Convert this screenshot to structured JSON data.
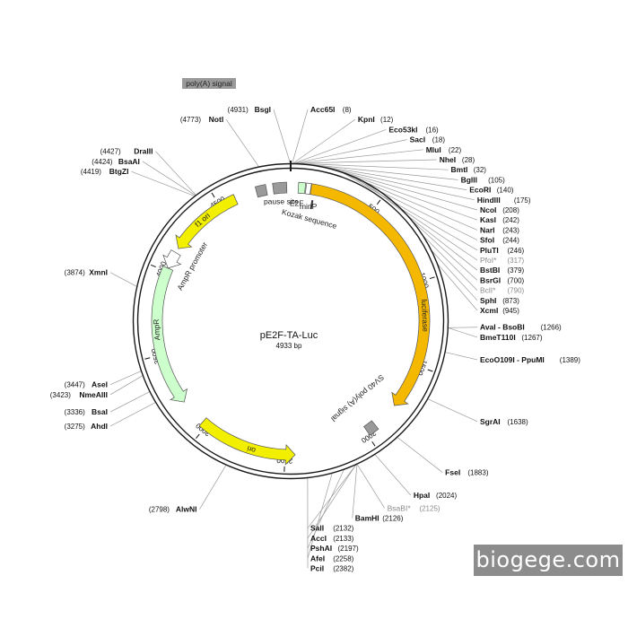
{
  "plasmid": {
    "name": "pE2F-TA-Luc",
    "size_text": "4933 bp",
    "size_bp": 4933
  },
  "colors": {
    "backbone": "#1a1a1a",
    "luciferase": "#f5b800",
    "ori": "#f2ef00",
    "f1_ori": "#f2ef00",
    "ampr": "#ccffcc",
    "e2f": "#ccffcc",
    "grey_feature": "#9a9a9a",
    "leader": "#9a9a9a",
    "gray_site_text": "#8a8a8a"
  },
  "ticks": [
    {
      "bp": 500,
      "label": "500"
    },
    {
      "bp": 1000,
      "label": "1000"
    },
    {
      "bp": 1500,
      "label": "1500"
    },
    {
      "bp": 2000,
      "label": "2000"
    },
    {
      "bp": 2500,
      "label": "2500"
    },
    {
      "bp": 3000,
      "label": "3000"
    },
    {
      "bp": 3500,
      "label": "3500"
    },
    {
      "bp": 4000,
      "label": "4000"
    },
    {
      "bp": 4500,
      "label": "4500"
    }
  ],
  "features": [
    {
      "id": "luciferase",
      "label": "luciferase",
      "start": 120,
      "end": 1770,
      "type": "arrow",
      "dir": 1,
      "color": "luciferase"
    },
    {
      "id": "ori",
      "label": "ori",
      "start": 2440,
      "end": 3030,
      "type": "arrow",
      "dir": -1,
      "color": "ori"
    },
    {
      "id": "ampr",
      "label": "AmpR",
      "start": 3190,
      "end": 4020,
      "type": "arrow",
      "dir": -1,
      "color": "ampr"
    },
    {
      "id": "ampr-promoter",
      "label": "AmpR promoter",
      "start": 4020,
      "end": 4122,
      "type": "arrow",
      "dir": -1,
      "color": "ampr_white"
    },
    {
      "id": "f1-ori",
      "label": "f1 ori",
      "start": 4150,
      "end": 4600,
      "type": "arrow",
      "dir": -1,
      "color": "f1_ori"
    },
    {
      "id": "pause-site",
      "label": "pause site",
      "start": 4830,
      "end": 4910,
      "type": "box",
      "color": "grey_feature"
    },
    {
      "id": "poly-a-box",
      "label": "",
      "start": 4730,
      "end": 4790,
      "type": "box",
      "color": "grey_feature"
    },
    {
      "id": "e2f",
      "label": "E2F",
      "start": 45,
      "end": 85,
      "type": "box",
      "color": "e2f"
    },
    {
      "id": "minp",
      "label": "minP",
      "start": 90,
      "end": 118,
      "type": "arrow",
      "dir": 1,
      "color": "white"
    },
    {
      "id": "sv40-polya",
      "label": "SV40 poly(A) signal",
      "start": 1930,
      "end": 1990,
      "type": "box",
      "color": "grey_feature"
    }
  ],
  "kozak": {
    "label": "Kozak sequence",
    "bp": 140
  },
  "polya_signal_tag": "poly(A) signal",
  "sites": [
    {
      "name": "BsgI",
      "pos": "(4931)",
      "bp": 4931,
      "side": "left"
    },
    {
      "name": "NotI",
      "pos": "(4773)",
      "bp": 4773,
      "side": "left"
    },
    {
      "name": "DraIII",
      "pos": "(4427)",
      "bp": 4427,
      "side": "left"
    },
    {
      "name": "BsaAI",
      "pos": "(4424)",
      "bp": 4424,
      "side": "left"
    },
    {
      "name": "BtgZI",
      "pos": "(4419)",
      "bp": 4419,
      "side": "left"
    },
    {
      "name": "XmnI",
      "pos": "(3874)",
      "bp": 3874,
      "side": "left"
    },
    {
      "name": "AseI",
      "pos": "(3447)",
      "bp": 3447,
      "side": "left"
    },
    {
      "name": "NmeAIII",
      "pos": "(3423)",
      "bp": 3423,
      "side": "left"
    },
    {
      "name": "BsaI",
      "pos": "(3336)",
      "bp": 3336,
      "side": "left"
    },
    {
      "name": "AhdI",
      "pos": "(3275)",
      "bp": 3275,
      "side": "left"
    },
    {
      "name": "AlwNI",
      "pos": "(2798)",
      "bp": 2798,
      "side": "left"
    },
    {
      "name": "Acc65I",
      "pos": "(8)",
      "bp": 8,
      "side": "right"
    },
    {
      "name": "KpnI",
      "pos": "(12)",
      "bp": 12,
      "side": "right"
    },
    {
      "name": "Eco53kI",
      "pos": "(16)",
      "bp": 16,
      "side": "right"
    },
    {
      "name": "SacI",
      "pos": "(18)",
      "bp": 18,
      "side": "right"
    },
    {
      "name": "MluI",
      "pos": "(22)",
      "bp": 22,
      "side": "right"
    },
    {
      "name": "NheI",
      "pos": "(28)",
      "bp": 28,
      "side": "right"
    },
    {
      "name": "BmtI",
      "pos": "(32)",
      "bp": 32,
      "side": "right"
    },
    {
      "name": "BglII",
      "pos": "(105)",
      "bp": 105,
      "side": "right"
    },
    {
      "name": "EcoRI",
      "pos": "(140)",
      "bp": 140,
      "side": "right"
    },
    {
      "name": "HindIII",
      "pos": "(175)",
      "bp": 175,
      "side": "right"
    },
    {
      "name": "NcoI",
      "pos": "(208)",
      "bp": 208,
      "side": "right"
    },
    {
      "name": "KasI",
      "pos": "(242)",
      "bp": 242,
      "side": "right"
    },
    {
      "name": "NarI",
      "pos": "(243)",
      "bp": 243,
      "side": "right"
    },
    {
      "name": "SfoI",
      "pos": "(244)",
      "bp": 244,
      "side": "right"
    },
    {
      "name": "PluTI",
      "pos": "(246)",
      "bp": 246,
      "side": "right"
    },
    {
      "name": "PfoI*",
      "pos": "(317)",
      "bp": 317,
      "side": "right",
      "gray": true
    },
    {
      "name": "BstBI",
      "pos": "(379)",
      "bp": 379,
      "side": "right"
    },
    {
      "name": "BsrGI",
      "pos": "(700)",
      "bp": 700,
      "side": "right"
    },
    {
      "name": "BclI*",
      "pos": "(790)",
      "bp": 790,
      "side": "right",
      "gray": true
    },
    {
      "name": "SphI",
      "pos": "(873)",
      "bp": 873,
      "side": "right"
    },
    {
      "name": "XcmI",
      "pos": "(945)",
      "bp": 945,
      "side": "right"
    },
    {
      "name": "AvaI - BsoBI",
      "pos": "(1266)",
      "bp": 1266,
      "side": "right"
    },
    {
      "name": "BmeT110I",
      "pos": "(1267)",
      "bp": 1267,
      "side": "right"
    },
    {
      "name": "EcoO109I - PpuMI",
      "pos": "(1389)",
      "bp": 1389,
      "side": "right"
    },
    {
      "name": "SgrAI",
      "pos": "(1638)",
      "bp": 1638,
      "side": "right"
    },
    {
      "name": "FseI",
      "pos": "(1883)",
      "bp": 1883,
      "side": "right"
    },
    {
      "name": "HpaI",
      "pos": "(2024)",
      "bp": 2024,
      "side": "right"
    },
    {
      "name": "BsaBI*",
      "pos": "(2125)",
      "bp": 2125,
      "side": "right",
      "gray": true
    },
    {
      "name": "BamHI",
      "pos": "(2126)",
      "bp": 2126,
      "side": "right"
    },
    {
      "name": "SalI",
      "pos": "(2132)",
      "bp": 2132,
      "side": "right"
    },
    {
      "name": "AccI",
      "pos": "(2133)",
      "bp": 2133,
      "side": "right"
    },
    {
      "name": "PshAI",
      "pos": "(2197)",
      "bp": 2197,
      "side": "right"
    },
    {
      "name": "AfeI",
      "pos": "(2258)",
      "bp": 2258,
      "side": "right"
    },
    {
      "name": "PciI",
      "pos": "(2382)",
      "bp": 2382,
      "side": "right"
    }
  ],
  "watermark": "biogege.com"
}
